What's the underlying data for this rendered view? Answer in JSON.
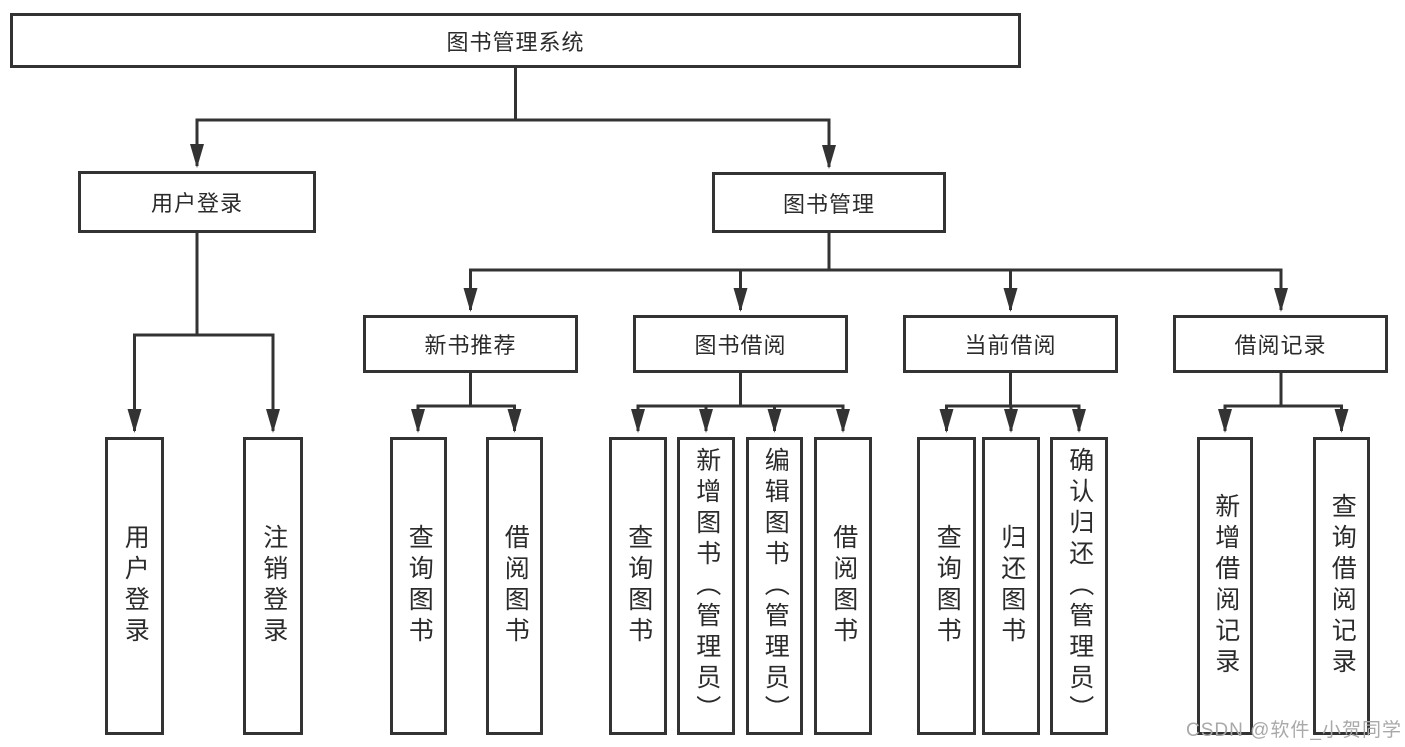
{
  "diagram_type": "hierarchy-tree",
  "colors": {
    "background": "#ffffff",
    "line": "#333333",
    "box_border": "#333333",
    "box_fill": "#ffffff",
    "text": "#2b2b2b",
    "watermark": "#a9a9a9"
  },
  "tree": {
    "root": {
      "label": "图书管理系统"
    },
    "branches": [
      {
        "label": "用户登录",
        "children": [
          {
            "label": "用户登录"
          },
          {
            "label": "注销登录"
          }
        ]
      },
      {
        "label": "图书管理",
        "children": [
          {
            "label": "新书推荐",
            "children": [
              {
                "label": "查询图书"
              },
              {
                "label": "借阅图书"
              }
            ]
          },
          {
            "label": "图书借阅",
            "children": [
              {
                "label": "查询图书"
              },
              {
                "label": "新增图书（管理员）"
              },
              {
                "label": "编辑图书（管理员）"
              },
              {
                "label": "借阅图书"
              }
            ]
          },
          {
            "label": "当前借阅",
            "children": [
              {
                "label": "查询图书"
              },
              {
                "label": "归还图书"
              },
              {
                "label": "确认归还（管理员）"
              }
            ]
          },
          {
            "label": "借阅记录",
            "children": [
              {
                "label": "新增借阅记录"
              },
              {
                "label": "查询借阅记录"
              }
            ]
          }
        ]
      }
    ]
  },
  "watermark": {
    "text": "CSDN @软件_小贺同学"
  }
}
